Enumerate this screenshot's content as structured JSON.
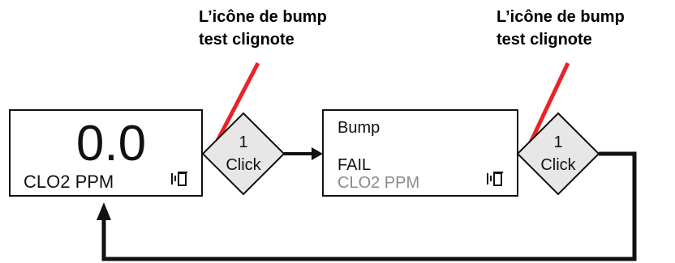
{
  "annotations": {
    "left": {
      "line1": "L’icône de bump",
      "line2": "test clignote"
    },
    "right": {
      "line1": "L’icône de bump",
      "line2": "test clignote"
    }
  },
  "screen1": {
    "value": "0.0",
    "label": "CLO2 PPM",
    "icon": "bump-test-icon"
  },
  "screen2": {
    "title": "Bump",
    "status": "FAIL",
    "label": "CLO2 PPM",
    "icon": "bump-test-icon"
  },
  "click1": {
    "count": "1",
    "action": "Click"
  },
  "click2": {
    "count": "1",
    "action": "Click"
  },
  "colors": {
    "annotation_arrow": "#e8242a",
    "ink": "#111111",
    "dim_text": "#8a8a8a",
    "diamond_fill": "#e7e7e7"
  }
}
